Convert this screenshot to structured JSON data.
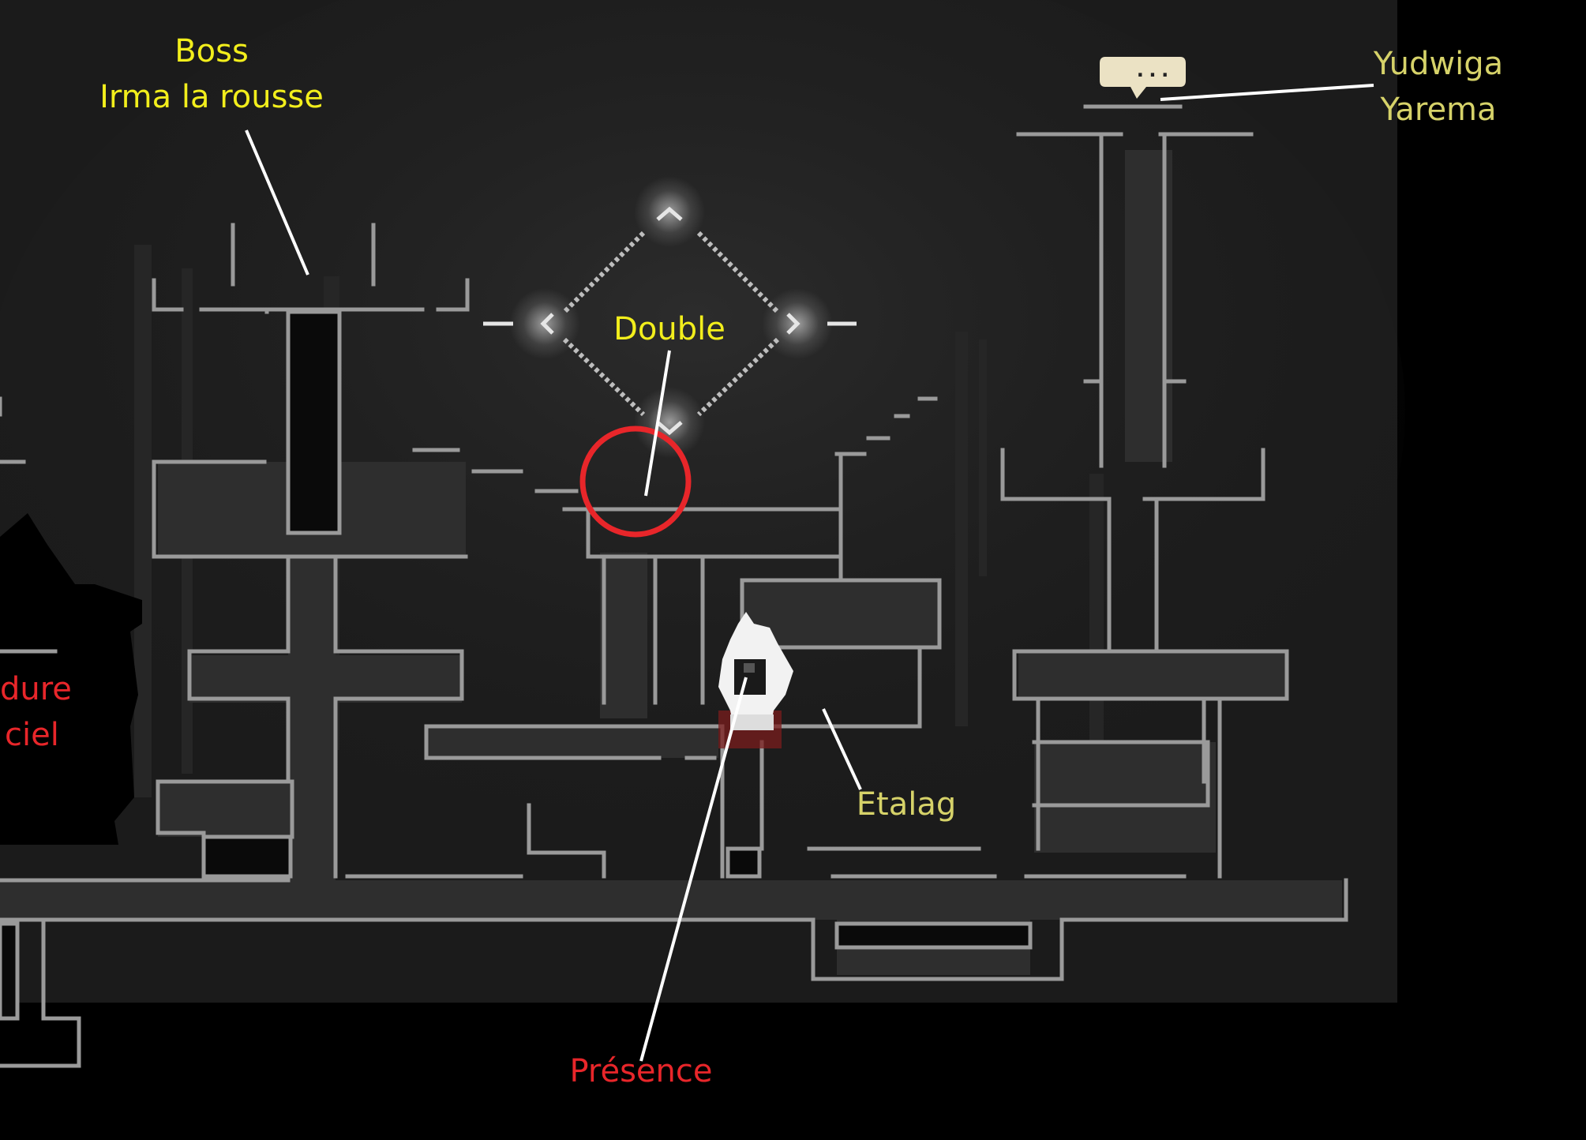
{
  "colors": {
    "background": "#1b1b1b",
    "void": "#000000",
    "wall": "#9a9a9a",
    "label_yellow": "#f2ee1c",
    "label_olive": "#d6d269",
    "label_red": "#e8262a",
    "marker_red": "#e8262a",
    "callout_line": "#ffffff",
    "speech_bubble": "#ebe2c4"
  },
  "labels": {
    "boss": {
      "line1": "Boss",
      "line2": "Irma la rousse"
    },
    "yudwiga": {
      "line1": "Yudwiga",
      "line2": "Yarema"
    },
    "double": "Double",
    "etalag": "Etalag",
    "presence": "Présence",
    "offscreen_left": {
      "line1": "dure",
      "line2": "ciel"
    }
  },
  "speech_bubble": {
    "text": "..."
  },
  "icons": {
    "speech_bubble": "speech-bubble-icon",
    "player": "player-character-icon",
    "nav_diamond": "navigation-diamond-icon",
    "marker_circle": "red-circle-marker"
  }
}
